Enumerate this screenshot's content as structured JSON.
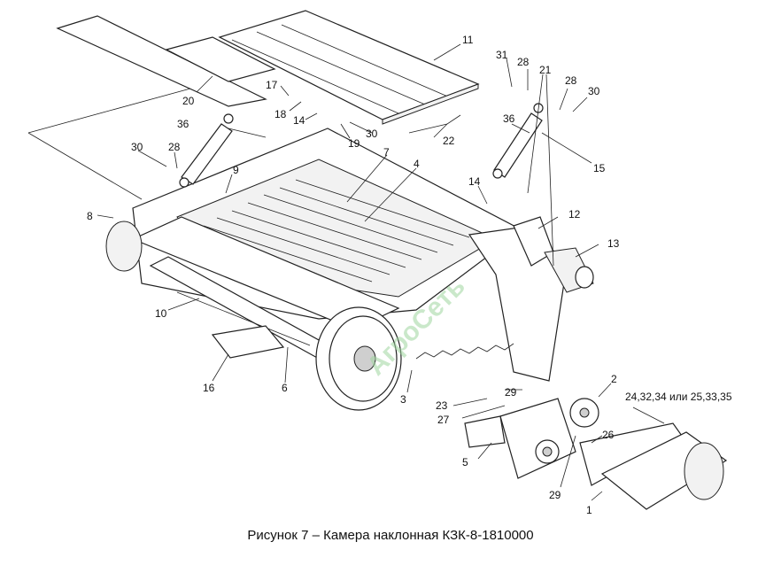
{
  "caption": "Рисунок 7 – Камера наклонная КЗК-8-1810000",
  "watermark": "АгроСеть",
  "callouts": {
    "c1": "1",
    "c2": "2",
    "c3": "3",
    "c4": "4",
    "c5": "5",
    "c6": "6",
    "c7": "7",
    "c8": "8",
    "c9": "9",
    "c10": "10",
    "c11": "11",
    "c12": "12",
    "c13": "13",
    "c14a": "14",
    "c14b": "14",
    "c15": "15",
    "c16": "16",
    "c17": "17",
    "c18": "18",
    "c19": "19",
    "c20": "20",
    "c21": "21",
    "c22": "22",
    "c23": "23",
    "c26": "26",
    "c27": "27",
    "c28a": "28",
    "c28b": "28",
    "c28c": "28",
    "c29a": "29",
    "c29b": "29",
    "c30a": "30",
    "c30b": "30",
    "c30c": "30",
    "c31": "31",
    "c36a": "36",
    "c36b": "36",
    "c24": "24,32,34 или 25,33,35"
  }
}
